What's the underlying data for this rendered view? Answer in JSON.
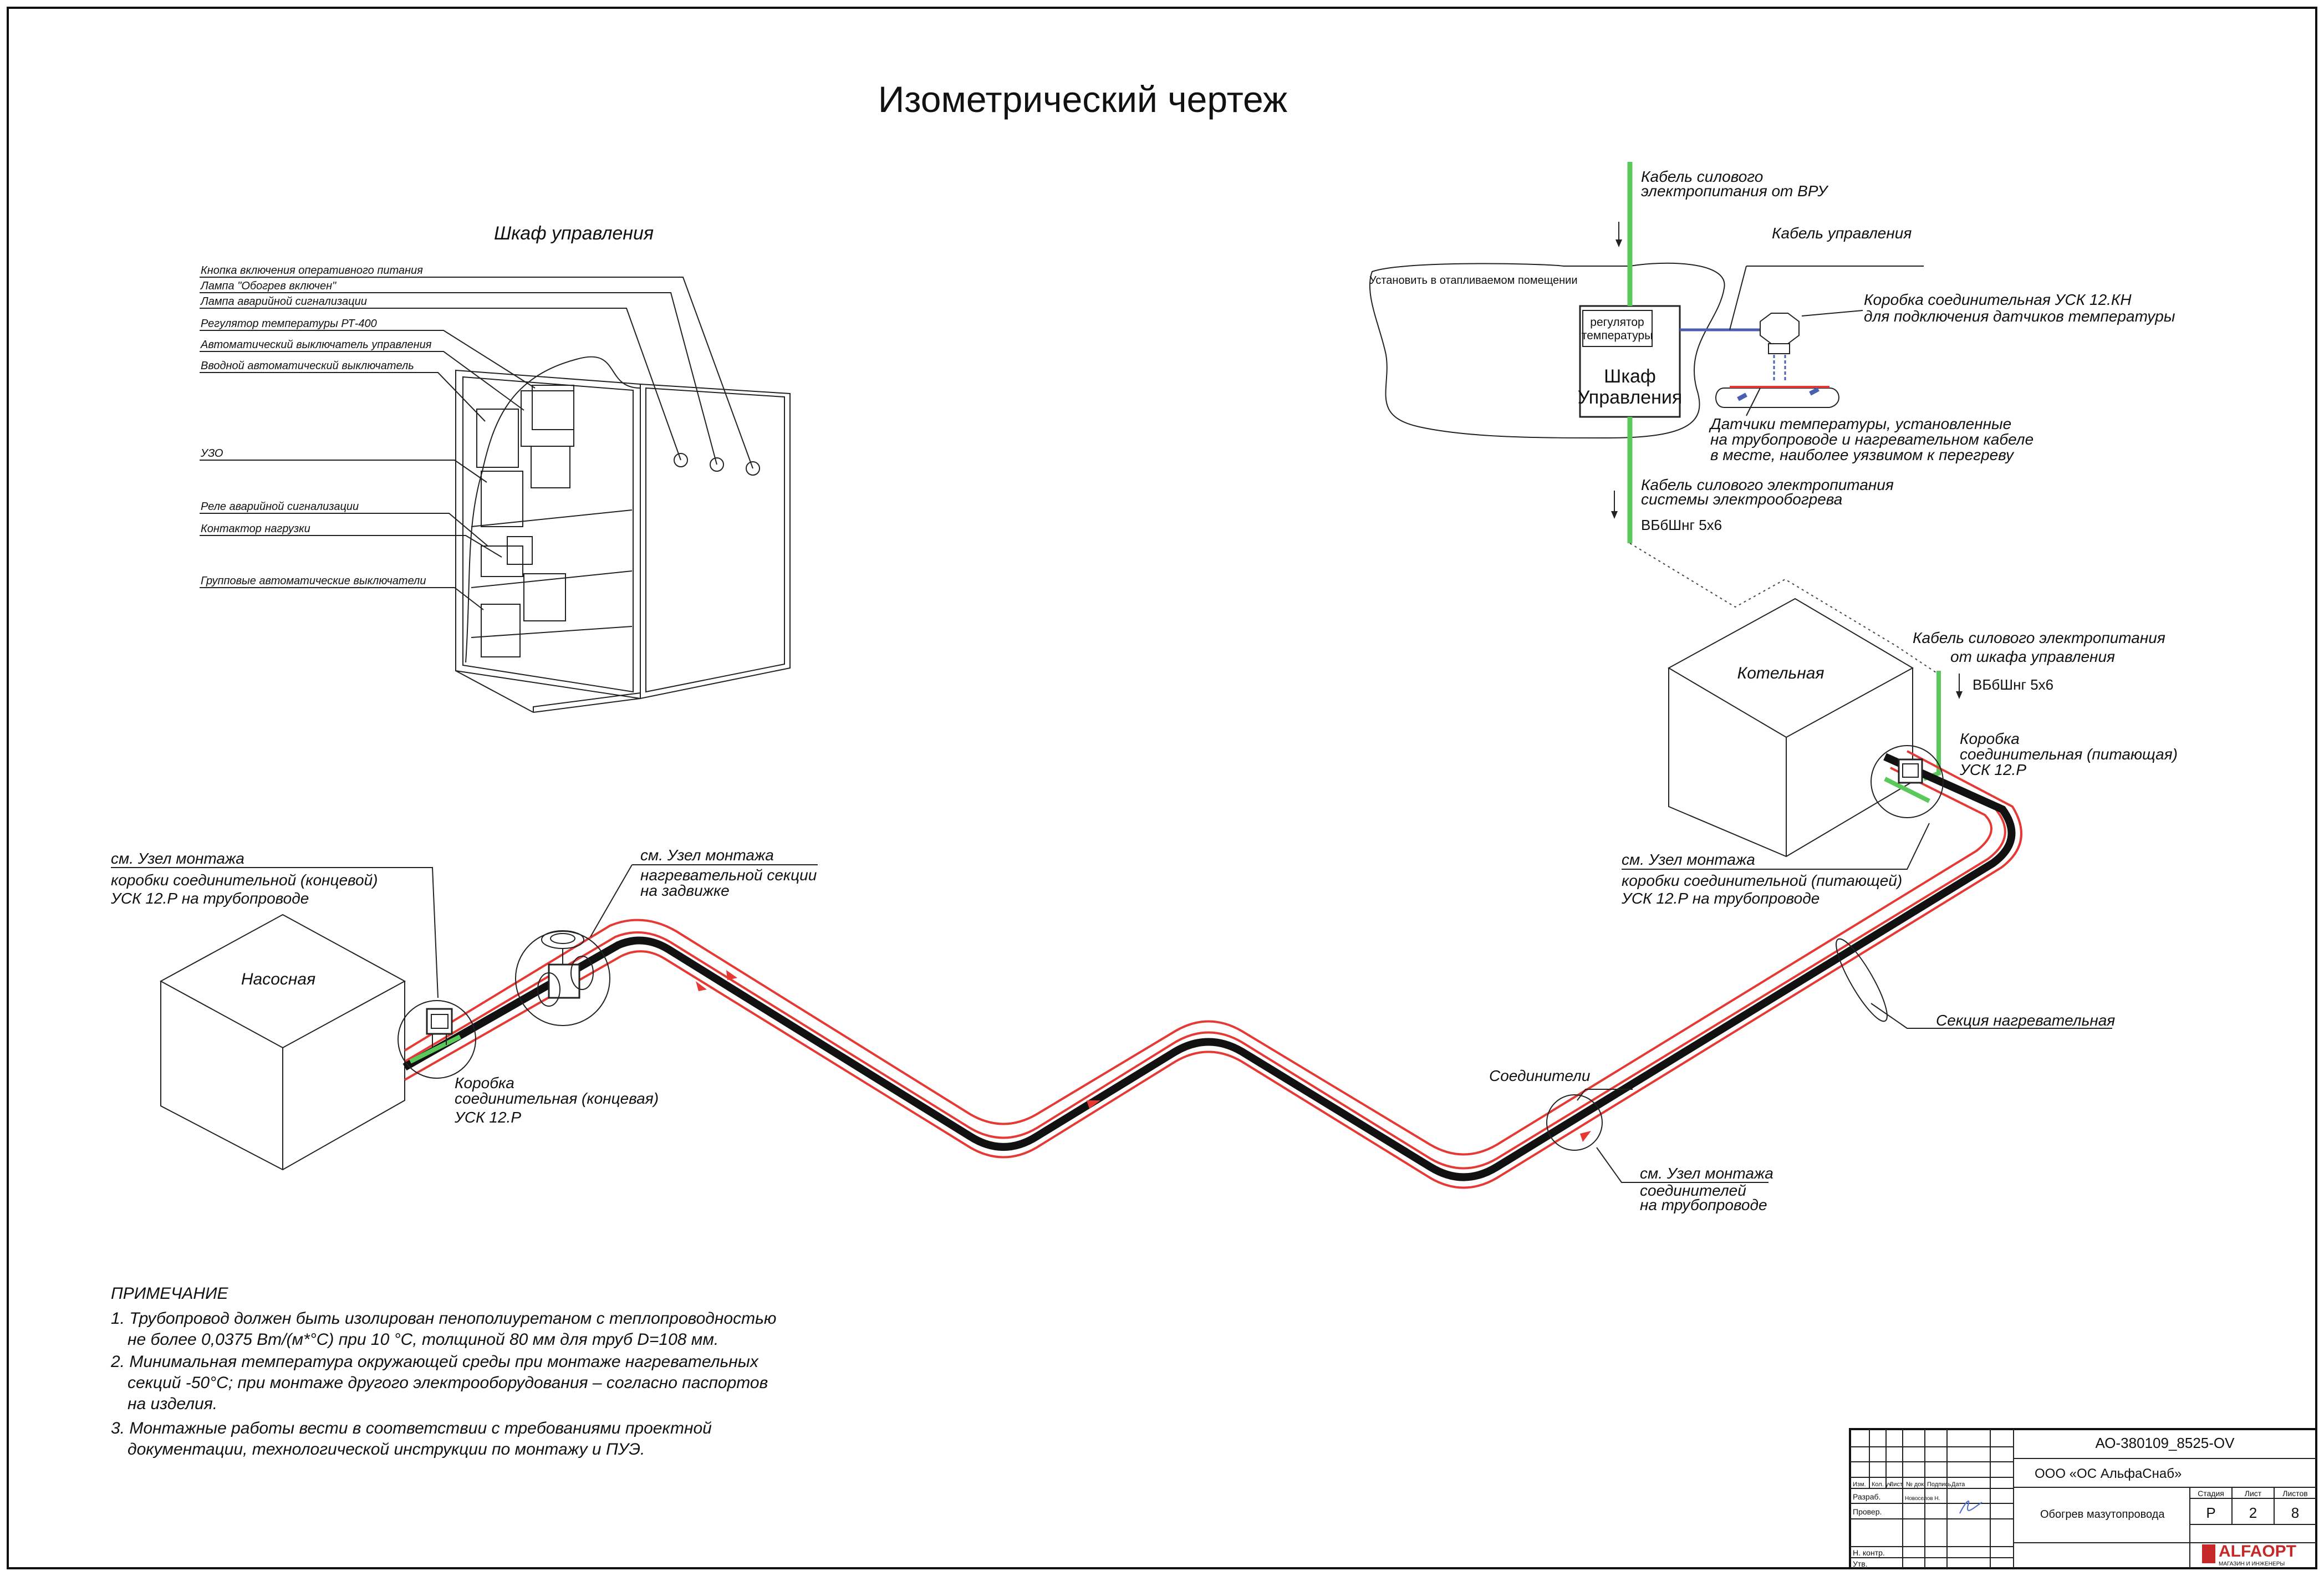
{
  "title": "Изометрический чертеж",
  "cabinet": {
    "title": "Шкаф управления",
    "labels": [
      "Кнопка включения оперативного питания",
      "Лампа \"Обогрев включен\"",
      "Лампа аварийной сигнализации",
      "Регулятор температуры РТ-400",
      "Автоматический выключатель управления",
      "Вводной автоматический выключатель",
      "УЗО",
      "Реле аварийной сигнализации",
      "Контактор нагрузки",
      "Групповые автоматические выключатели"
    ]
  },
  "control": {
    "cable_vru": [
      "Кабель силового",
      "электропитания от ВРУ"
    ],
    "cable_control": "Кабель управления",
    "heated_room": "Установить в отапливаемом помещении",
    "regulator": [
      "регулятор",
      "температуры"
    ],
    "cabinet": [
      "Шкаф",
      "Управления"
    ],
    "junction_kn": [
      "Коробка соединительная УСК 12.КН",
      "для подключения датчиков температуры"
    ],
    "sensors": [
      "Датчики температуры, установленные",
      "на трубопроводе и нагревательном кабеле",
      "в месте, наиболее уязвимом к перегреву"
    ],
    "heating_power_cable": [
      "Кабель силового электропитания",
      "системы электрообогрева"
    ],
    "cable_mark_1": "ВБбШнг 5х6"
  },
  "boiler": {
    "name": "Котельная",
    "power_cable": [
      "Кабель силового электропитания",
      "от шкафа управления"
    ],
    "cable_mark_2": "ВБбШнг 5х6",
    "feed_box": [
      "Коробка",
      "соединительная (питающая)",
      "УСК 12.Р"
    ],
    "feed_node": [
      "см. Узел монтажа",
      "коробки соединительной (питающей)",
      "УСК 12.Р на трубопроводе"
    ]
  },
  "pump": {
    "name": "Насосная",
    "end_node": [
      "см. Узел монтажа",
      "коробки соединительной (концевой)",
      "УСК 12.Р на трубопроводе"
    ],
    "end_box": [
      "Коробка",
      "соединительная (концевая)",
      "УСК 12.Р"
    ]
  },
  "valve_node": [
    "см. Узел монтажа",
    "нагревательной секции",
    "на задвижке"
  ],
  "section_label": "Секция нагревательная",
  "connectors_label": "Соединители",
  "connectors_node": [
    "см. Узел монтажа",
    "соединителей",
    "на трубопроводе"
  ],
  "notes": {
    "heading": "ПРИМЕЧАНИЕ",
    "lines": [
      "1. Трубопровод должен быть изолирован пенополиуретаном с теплопроводностью",
      "не более 0,0375 Вт/(м*°С) при 10 °С, толщиной 80 мм для труб D=108 мм.",
      "2. Минимальная температура окружающей среды при монтаже нагревательных",
      "секций -50°С; при монтаже другого электрооборудования – согласно паспортов",
      "на изделия.",
      "3. Монтажные работы вести в соответствии с требованиями проектной",
      "документации, технологической инструкции по монтажу и ПУЭ."
    ]
  },
  "stamp": {
    "doc_code": "АО-380109_8525-OV",
    "company": "ООО «ОС АльфаСнаб»",
    "object": "Обогрев мазутопровода",
    "col_headers": [
      "Изм.",
      "Кол. уч.",
      "Лист",
      "№ док.",
      "Подпись",
      "Дата"
    ],
    "rows": [
      "Разраб.",
      "Провер.",
      "",
      "Н. контр.",
      "Утв."
    ],
    "developer": "Новоселов Н.",
    "stage_label": "Стадия",
    "sheet_label": "Лист",
    "sheets_label": "Листов",
    "stage": "Р",
    "sheet": "2",
    "sheets": "8",
    "logo": "ALFAOPT",
    "logo_sub": "МАГАЗИН И ИНЖЕНЕРЫ"
  },
  "colors": {
    "heating_cable": "#e53935",
    "power_cable": "#5ac85a",
    "control_cable": "#4a5fb0",
    "pipe": "#111111"
  }
}
